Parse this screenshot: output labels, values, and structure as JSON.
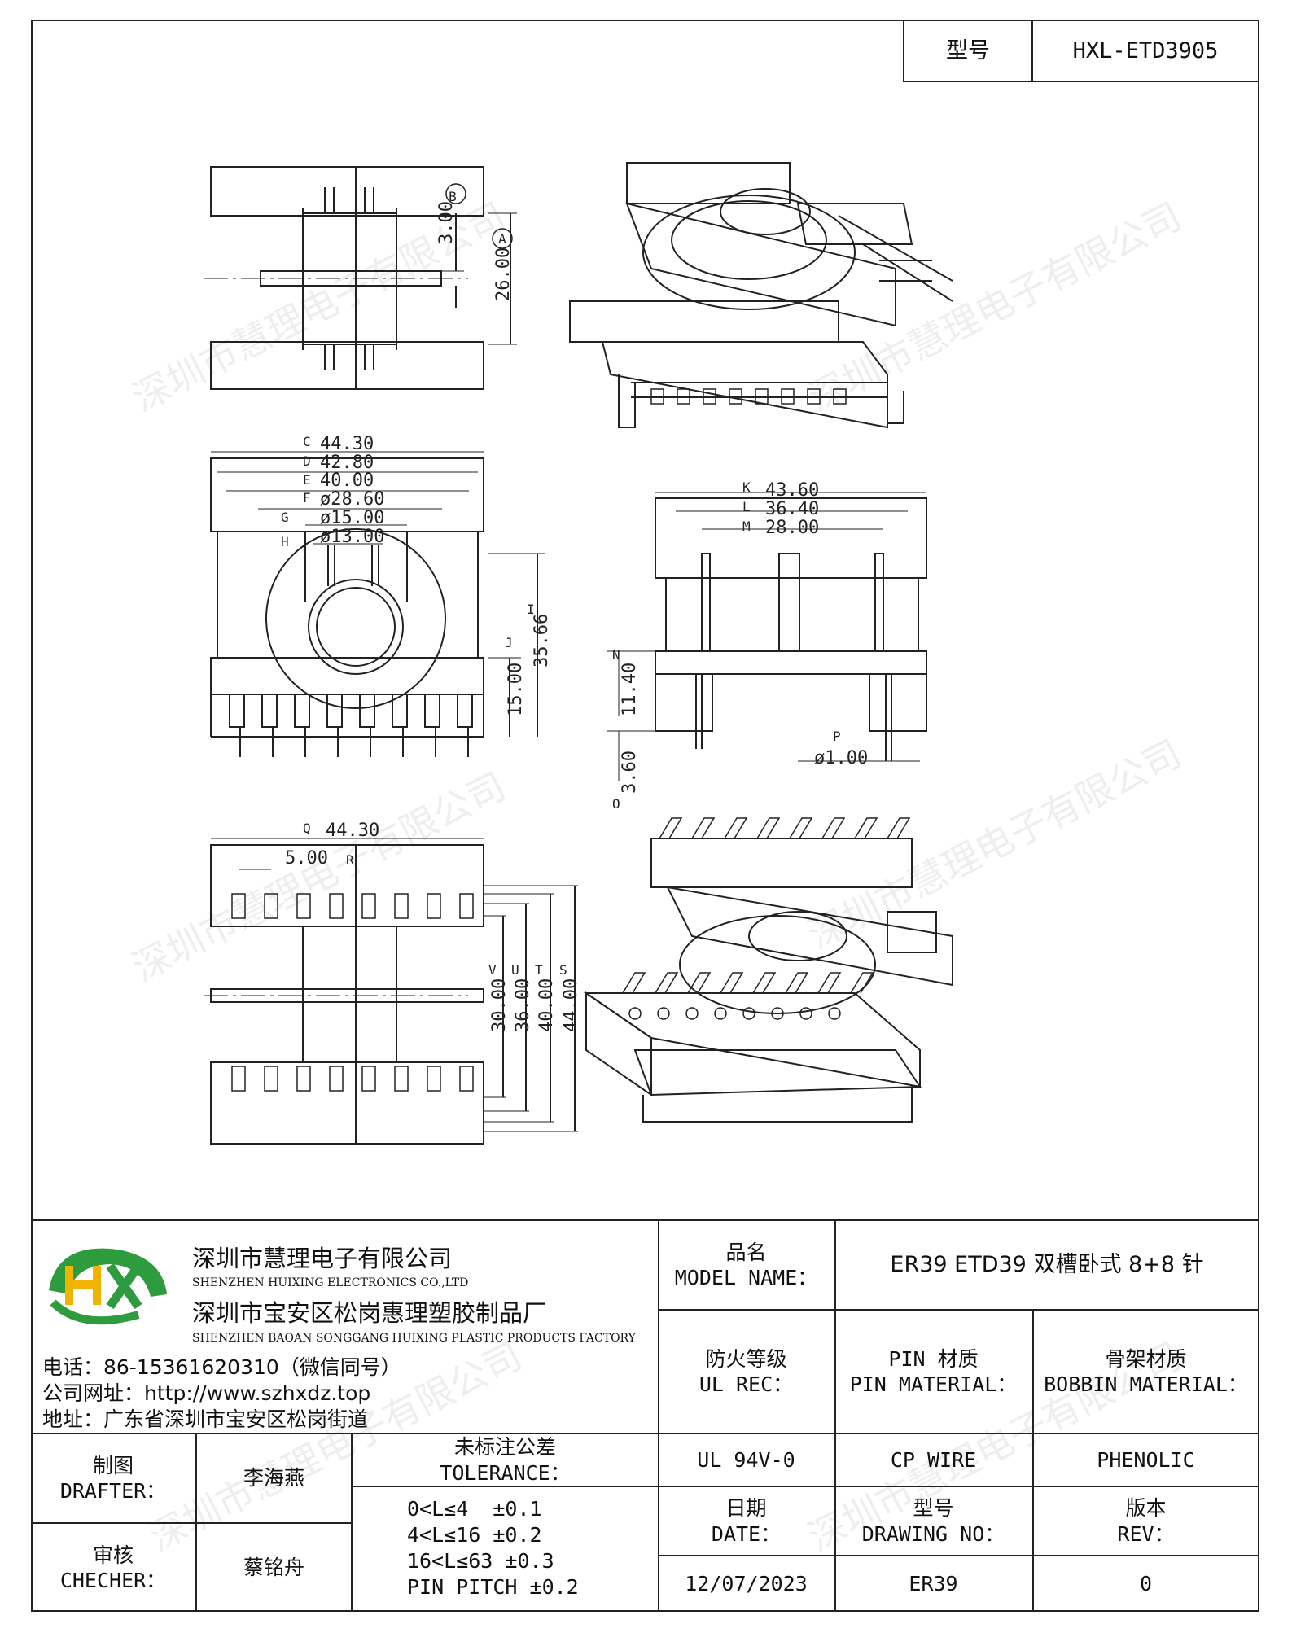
{
  "header": {
    "model_label": "型号",
    "model_value": "HXL-ETD3905"
  },
  "watermark": "深圳市慧理电子有限公司",
  "dims": {
    "a": "A",
    "a_val": "26.00",
    "b": "B",
    "b_val": "3.00",
    "c": "C",
    "c_val": "44.30",
    "d": "D",
    "d_val": "42.80",
    "e": "E",
    "e_val": "40.00",
    "f": "F",
    "f_val": "ø28.60",
    "g": "G",
    "g_val": "ø15.00",
    "h": "H",
    "h_val": "ø13.00",
    "i": "I",
    "i_val": "35.66",
    "j": "J",
    "j_val": "15.00",
    "k": "K",
    "k_val": "43.60",
    "l": "L",
    "l_val": "36.40",
    "m": "M",
    "m_val": "28.00",
    "n": "N",
    "n_val": "11.40",
    "o": "O",
    "o_val": "3.60",
    "p": "P",
    "p_val": "ø1.00",
    "q": "Q",
    "q_val": "44.30",
    "r": "R",
    "r_val": "5.00",
    "s": "S",
    "s_val": "44.00",
    "t": "T",
    "t_val": "40.00",
    "u": "U",
    "u_val": "36.00",
    "v": "V",
    "v_val": "30.00"
  },
  "company": {
    "name_cn": "深圳市慧理电子有限公司",
    "name_en": "SHENZHEN HUIXING ELECTRONICS CO.,LTD",
    "factory_cn": "深圳市宝安区松岗惠理塑胶制品厂",
    "factory_en": "SHENZHEN BAOAN SONGGANG HUIXING PLASTIC PRODUCTS FACTORY",
    "phone": "电话：86-15361620310（微信同号）",
    "website": "公司网址：http://www.szhxdz.top",
    "address": "地址：广东省深圳市宝安区松岗街道"
  },
  "table": {
    "model_name_cn": "品名",
    "model_name_en": "MODEL NAME：",
    "model_name_value": "ER39 ETD39 双槽卧式 8+8 针",
    "ul_cn": "防火等级",
    "ul_en": "UL REC：",
    "ul_value": "UL 94V-0",
    "pin_cn": "PIN 材质",
    "pin_en": "PIN MATERIAL：",
    "pin_value": "CP WIRE",
    "bobbin_cn": "骨架材质",
    "bobbin_en": "BOBBIN MATERIAL：",
    "bobbin_value": "PHENOLIC",
    "drafter_cn": "制图",
    "drafter_en": "DRAFTER：",
    "drafter_value": "李海燕",
    "checker_cn": "审核",
    "checker_en": "CHECHER：",
    "checker_value": "蔡铭舟",
    "tolerance_cn": "未标注公差",
    "tolerance_en": "TOLERANCE：",
    "tolerance_lines": [
      "0<L≤4  ±0.1",
      "4<L≤16 ±0.2",
      "16<L≤63 ±0.3",
      "PIN PITCH ±0.2"
    ],
    "date_cn": "日期",
    "date_en": "DATE：",
    "date_value": "12/07/2023",
    "drawing_cn": "型号",
    "drawing_en": "DRAWING NO：",
    "drawing_value": "ER39",
    "rev_cn": "版本",
    "rev_en": "REV：",
    "rev_value": "0"
  }
}
